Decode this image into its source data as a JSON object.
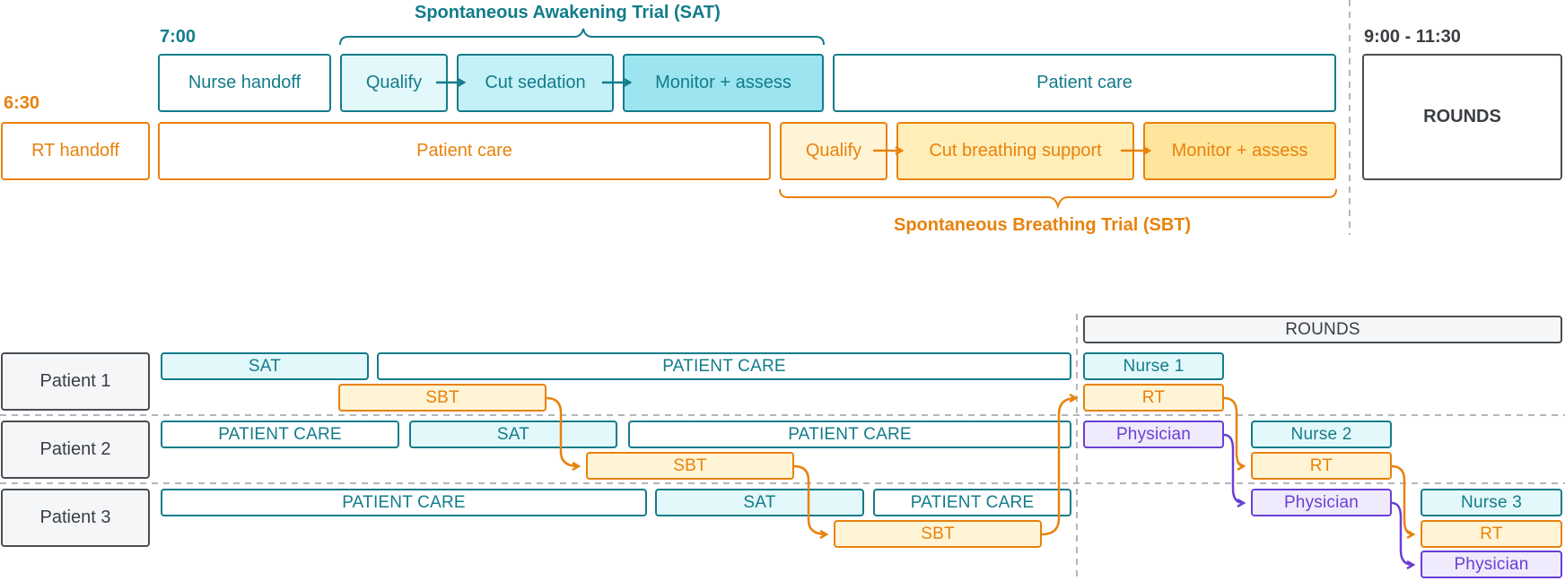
{
  "top": {
    "time_630": "6:30",
    "time_700": "7:00",
    "time_rounds": "9:00 - 11:30",
    "sat_title": "Spontaneous Awakening Trial (SAT)",
    "sbt_title": "Spontaneous Breathing Trial (SBT)",
    "nurse_row": {
      "nurse_handoff": "Nurse handoff",
      "qualify": "Qualify",
      "cut_sedation": "Cut sedation",
      "monitor": "Monitor + assess",
      "patient_care": "Patient care"
    },
    "rt_row": {
      "rt_handoff": "RT handoff",
      "patient_care": "Patient care",
      "qualify": "Qualify",
      "cut_breathing": "Cut breathing support",
      "monitor": "Monitor + assess"
    },
    "rounds": "ROUNDS"
  },
  "bottom": {
    "rounds": "ROUNDS",
    "patients": [
      "Patient 1",
      "Patient 2",
      "Patient 3"
    ],
    "p1": {
      "sat": "SAT",
      "care": "PATIENT CARE",
      "sbt": "SBT",
      "nurse": "Nurse 1",
      "rt": "RT"
    },
    "p2": {
      "care1": "PATIENT CARE",
      "sat": "SAT",
      "care2": "PATIENT CARE",
      "sbt": "SBT",
      "physician": "Physician",
      "nurse": "Nurse 2",
      "rt": "RT"
    },
    "p3": {
      "care1": "PATIENT CARE",
      "sat": "SAT",
      "care2": "PATIENT CARE",
      "sbt": "SBT",
      "physician": "Physician",
      "nurse": "Nurse 3",
      "rt": "RT",
      "physician2": "Physician"
    }
  },
  "colors": {
    "teal": "#127c8a",
    "teal_light": "#e3f8fb",
    "teal_mid": "#c4f1f7",
    "teal_dark": "#9ce5f0",
    "orange": "#e8820c",
    "orange_light": "#fff4d6",
    "orange_mid": "#ffeeb8",
    "orange_dark": "#ffe59c",
    "purple": "#6a3fd4",
    "purple_light": "#efeafc",
    "gray_bg": "#f5f6f7"
  }
}
